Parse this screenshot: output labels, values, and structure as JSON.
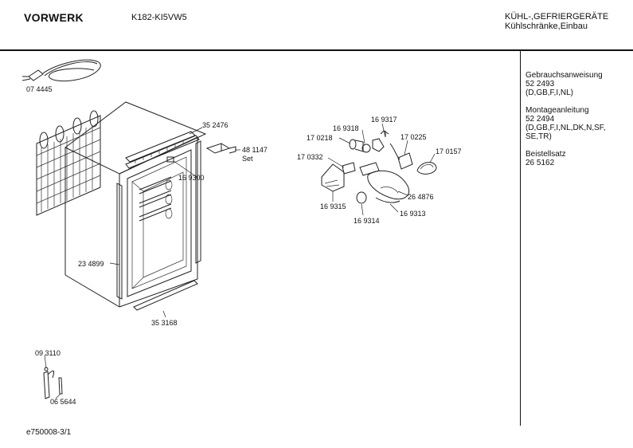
{
  "header": {
    "brand": "VORWERK",
    "model": "K182-KI5VW5",
    "category": "KÜHL-,GEFRIERGERÄTE",
    "subcategory": "Kühlschränke,Einbau"
  },
  "parts": {
    "p074445": "07 4445",
    "p352476": "35 2476",
    "p481147": "48 1147",
    "p481147_set": "Set",
    "p169300": "16 9300",
    "p234899": "23 4899",
    "p353168": "35 3168",
    "p169317": "16 9317",
    "p169318": "16 9318",
    "p170218": "17 0218",
    "p170225": "17 0225",
    "p170157": "17 0157",
    "p170332": "17 0332",
    "p264876": "26 4876",
    "p169315": "16 9315",
    "p169313": "16 9313",
    "p169314": "16 9314",
    "p093110": "09 3110",
    "p065644": "06 5644"
  },
  "sidebar": {
    "manual_label": "Gebrauchsanweisung",
    "manual_number": "52 2493",
    "manual_langs": "(D,GB,F,I,NL)",
    "mount_label": "Montageanleitung",
    "mount_number": "52 2494",
    "mount_langs_1": "(D,GB,F,I,NL,DK,N,SF,",
    "mount_langs_2": "SE,TR)",
    "set_label": "Beistellsatz",
    "set_number": "26 5162"
  },
  "footer": {
    "ref": "e750008-3/1"
  }
}
